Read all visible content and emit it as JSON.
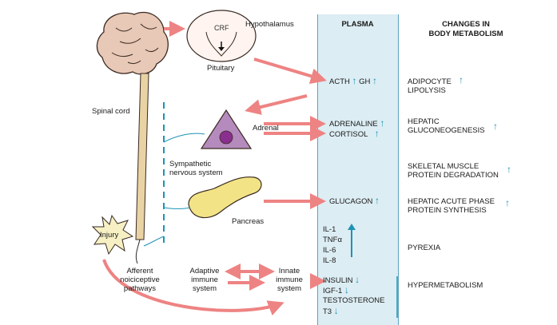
{
  "labels": {
    "hypothalamus": "Hypothalamus",
    "crf": "CRF",
    "pituitary": "Pituitary",
    "spinal_cord": "Spinal cord",
    "adrenal": "Adrenal",
    "sympathetic": "Sympathetic\nnervous system",
    "pancreas": "Pancreas",
    "injury": "Injury",
    "afferent": "Afferent\nnoiciceptive\npathways",
    "adaptive": "Adaptive\nimmune\nsystem",
    "innate": "Innate\nimmune\nsystem"
  },
  "headers": {
    "plasma": "PLASMA",
    "changes": "CHANGES IN\nBODY METABOLISM"
  },
  "plasma": {
    "acth": "ACTH",
    "gh": "GH",
    "adrenaline": "ADRENALINE",
    "cortisol": "CORTISOL",
    "glucagon": "GLUCAGON",
    "il1": "IL-1",
    "tnf": "TNFα",
    "il6": "IL-6",
    "il8": "IL-8",
    "insulin": "INSULIN",
    "igf1": "IGF-1",
    "testosterone": "TESTOSTERONE",
    "t3": "T3"
  },
  "changes": {
    "adipocyte": "ADIPOCYTE\nLIPOLYSIS",
    "hepatic_gluco": "HEPATIC\nGLUCONEOGENESIS",
    "skeletal": "SKELETAL MUSCLE\nPROTEIN DEGRADATION",
    "acute_phase": "HEPATIC ACUTE PHASE\nPROTEIN SYNTHESIS",
    "pyrexia": "PYREXIA",
    "hypermetabolism": "HYPERMETABOLISM"
  },
  "colors": {
    "arrow": "#ee8383",
    "plasma_bg": "#dcedf3",
    "teal": "#1d93b4",
    "adrenal": "#b58bbd",
    "pancreas": "#f2e486",
    "brain": "#e8c8b6"
  }
}
